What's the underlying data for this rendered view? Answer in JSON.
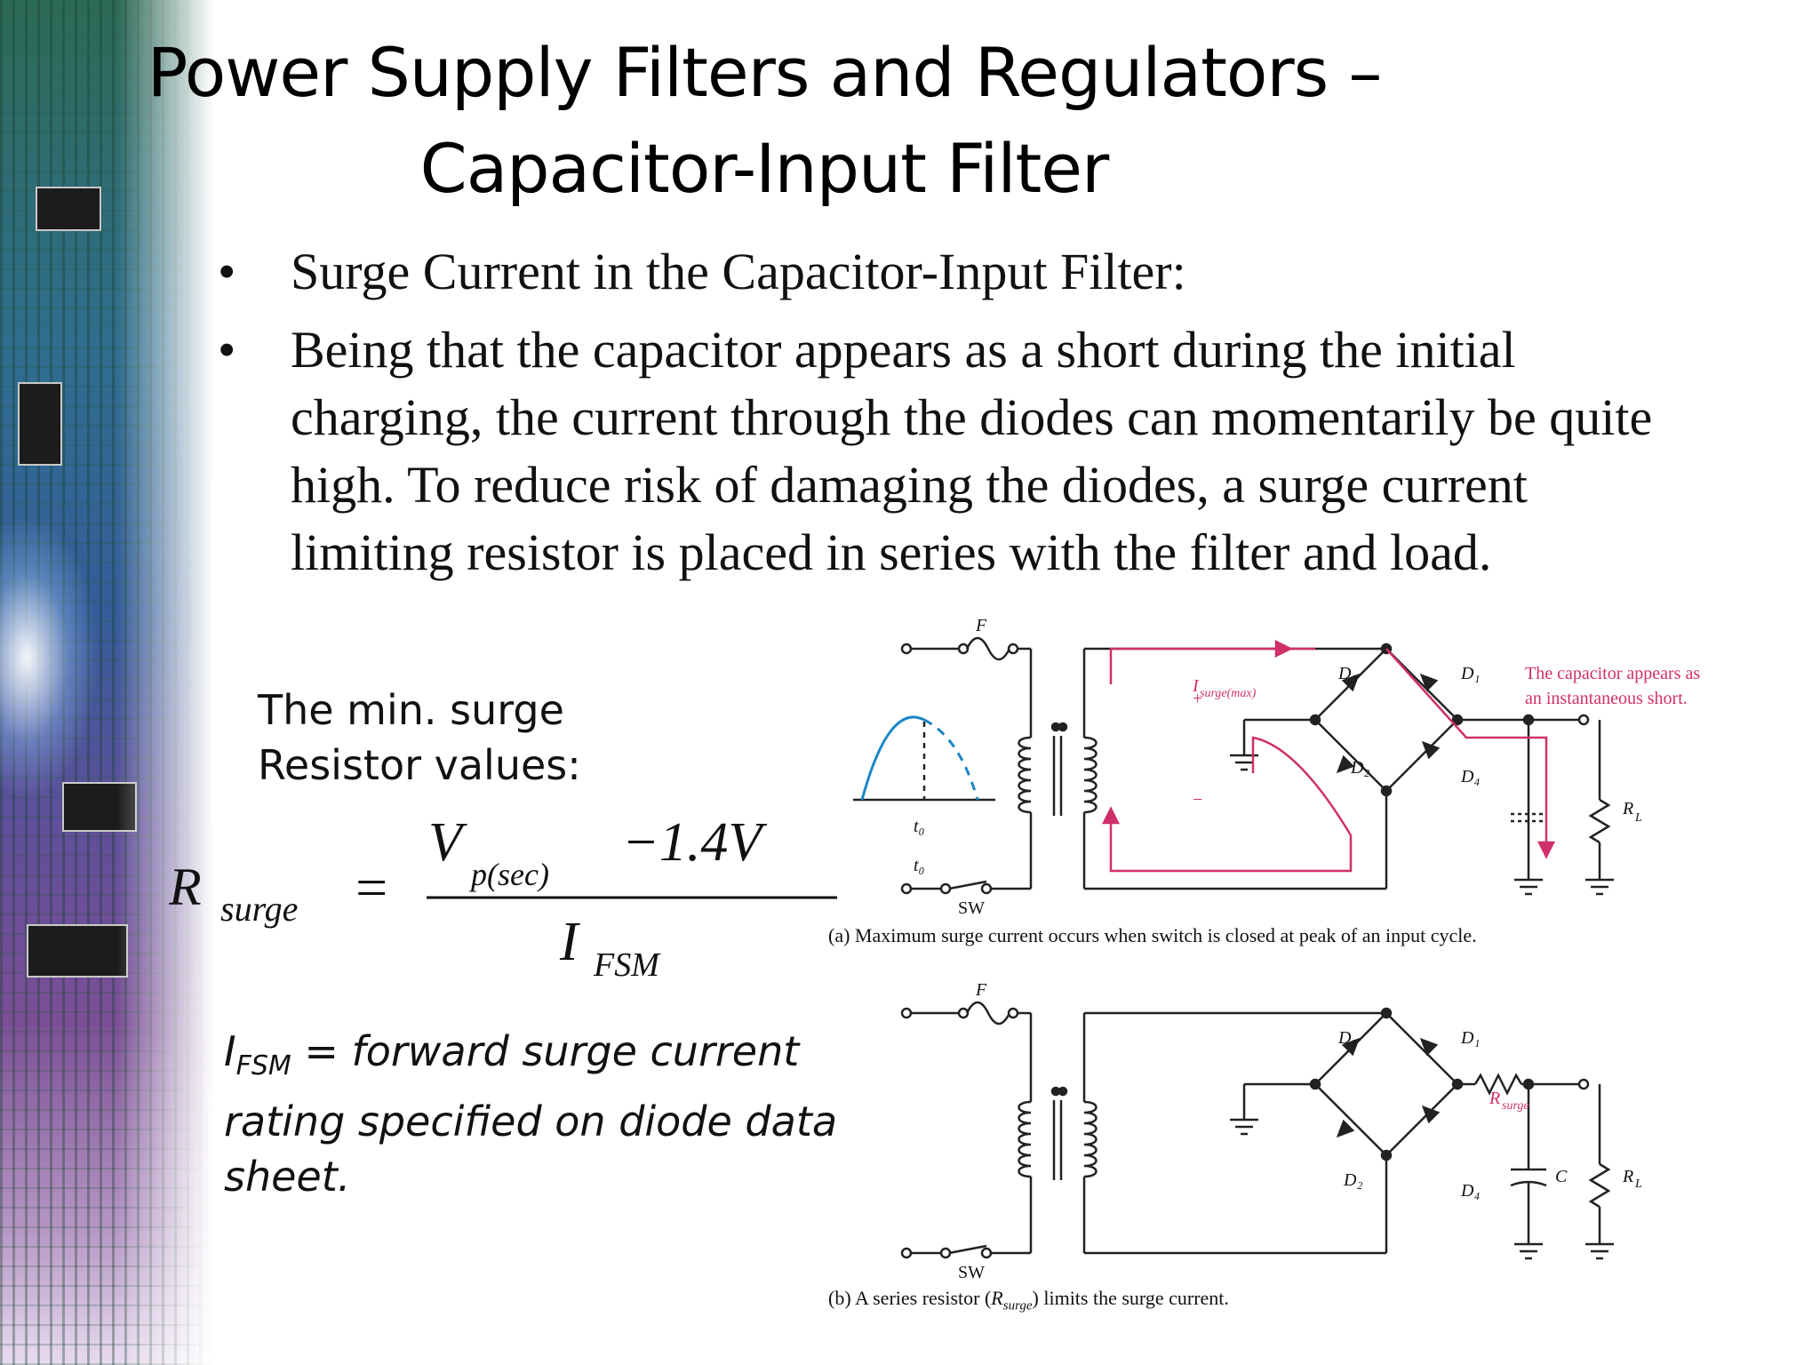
{
  "title": {
    "line1": "Power Supply Filters and Regulators –",
    "line2": "Capacitor-Input Filter"
  },
  "bullets": [
    "Surge Current in the Capacitor-Input Filter:",
    "Being that the capacitor appears as a short during the initial charging, the current through the diodes can momentarily be quite high. To reduce risk of damaging the diodes, a surge current limiting resistor is placed in series with the filter and load."
  ],
  "min_label": {
    "line1": "The min. surge",
    "line2": "Resistor values:"
  },
  "equation": {
    "lhs_main": "R",
    "lhs_sub": "surge",
    "equals": "=",
    "num_main": "V",
    "num_sub": "p(sec)",
    "num_rest": "−1.4V",
    "den_main": "I",
    "den_sub": "FSM"
  },
  "note": {
    "symbol": "I",
    "symbol_sub": "FSM",
    "text": " = forward surge current rating specified on diode data sheet."
  },
  "figure_a": {
    "caption": "(a) Maximum surge current occurs when switch is closed at peak of an input cycle.",
    "fuse_label": "F",
    "switch_label": "SW",
    "t0_label": "t₀",
    "zero_label": "0",
    "isurge_label": "I",
    "isurge_sub": "surge(max)",
    "d1": "D₁",
    "d2": "D₂",
    "d3": "D₃",
    "d4": "D₄",
    "rl": "R",
    "rl_sub": "L",
    "cap_note_line1": "The capacitor appears as",
    "cap_note_line2": "an instantaneous short.",
    "plus": "+",
    "minus": "−"
  },
  "figure_b": {
    "caption_pre": "(b) A series resistor (",
    "caption_sym": "R",
    "caption_sub": "surge",
    "caption_post": ") limits the surge current.",
    "fuse_label": "F",
    "switch_label": "SW",
    "d1": "D₁",
    "d2": "D₂",
    "d3": "D₃",
    "d4": "D₄",
    "rsurge": "R",
    "rsurge_sub": "surge",
    "c_label": "C",
    "rl": "R",
    "rl_sub": "L"
  },
  "colors": {
    "accent_red": "#d0306a",
    "waveform_blue": "#1b86c6",
    "text": "#111111"
  }
}
